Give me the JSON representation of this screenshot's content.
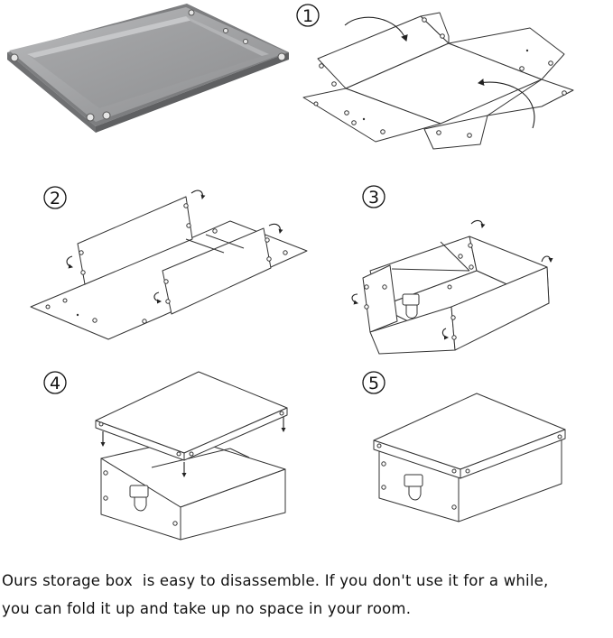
{
  "steps": [
    {
      "number": "1"
    },
    {
      "number": "2"
    },
    {
      "number": "3"
    },
    {
      "number": "4"
    },
    {
      "number": "5"
    }
  ],
  "caption": {
    "line1": "Ours storage box  is easy to disassemble. If you don't use it for a while,",
    "line2": "you can fold it up and take up no space in your room."
  },
  "colors": {
    "lineart": "#333333",
    "tray_metal": "#8f9092",
    "tray_face": "#9b9c9e"
  }
}
